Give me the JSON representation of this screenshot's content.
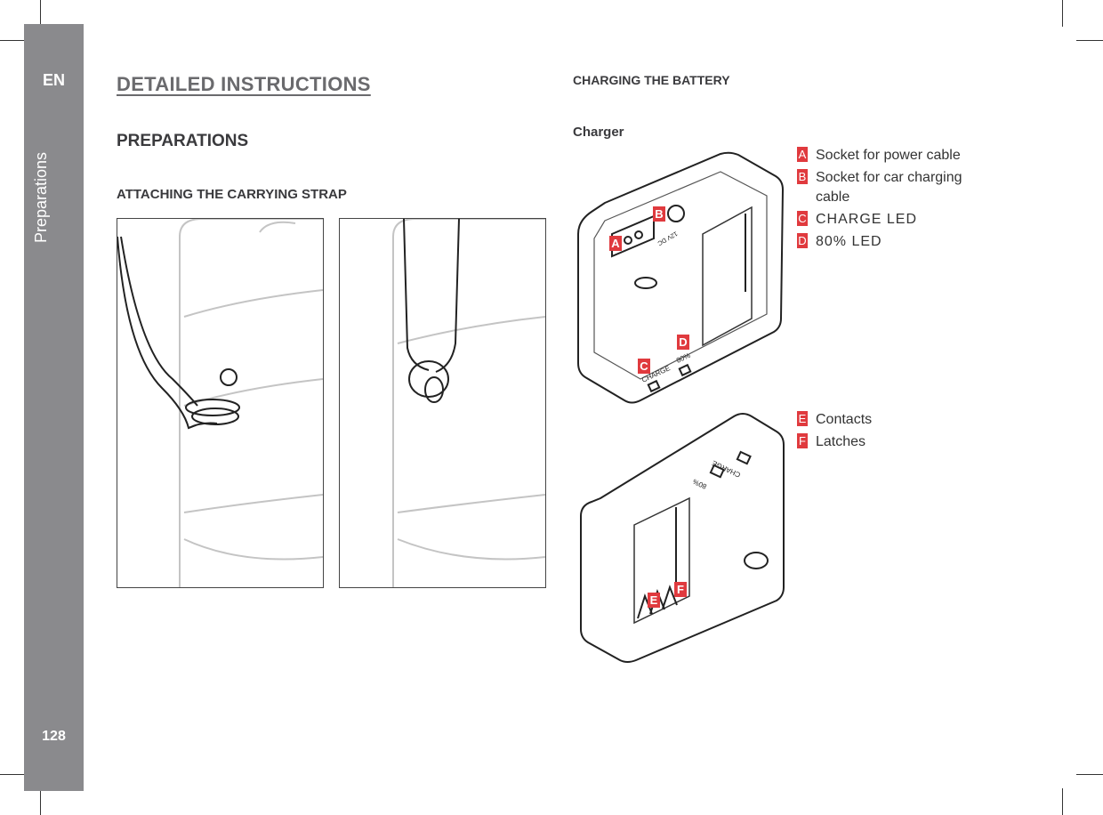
{
  "sidebar": {
    "lang": "EN",
    "section": "Preparations",
    "page_number": "128"
  },
  "headings": {
    "main": "DETAILED INSTRUCTIONS",
    "section": "PREPARATIONS",
    "strap": "ATTACHING THE CARRYING STRAP",
    "battery": "CHARGING THE BATTERY",
    "charger": "Charger"
  },
  "legend_top": [
    {
      "key": "A",
      "text": "Socket for power cable"
    },
    {
      "key": "B",
      "text": "Socket for car charging cable"
    },
    {
      "key": "C",
      "text": "CHARGE LED"
    },
    {
      "key": "D",
      "text": "80%  LED"
    }
  ],
  "legend_bottom": [
    {
      "key": "E",
      "text": "Contacts"
    },
    {
      "key": "F",
      "text": "Latches"
    }
  ],
  "device_text": {
    "charge": "CHARGE",
    "eighty": "80%",
    "dc": "12V DC"
  },
  "colors": {
    "accent": "#e03a3e",
    "sidebar": "#8a8a8d"
  }
}
